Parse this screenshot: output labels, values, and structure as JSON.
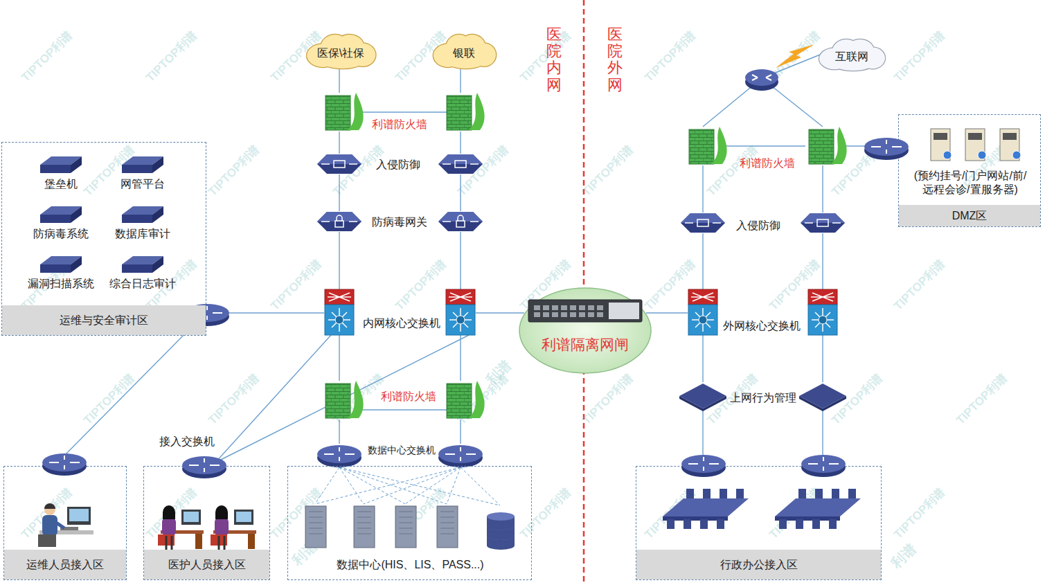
{
  "diagram": {
    "nodes": [
      {
        "text": [
          "运维与安全审计区"
        ]
      },
      {
        "text": [
          "堡垒机"
        ],
        "in": 0
      },
      {
        "text": [
          "网管平台"
        ],
        "in": 0
      },
      {
        "text": [
          "防病毒系统"
        ],
        "in": 0
      },
      {
        "text": [
          "数据库审计"
        ],
        "in": 0
      },
      {
        "text": [
          "漏洞扫描系统"
        ],
        "in": 0
      },
      {
        "text": [
          "综合日志审计"
        ],
        "in": 0
      },
      {
        "text": [
          "医保\\社保"
        ]
      },
      {
        "text": [
          "银联"
        ]
      },
      {
        "text": [
          "利谱防火墙"
        ]
      },
      {
        "text": [
          "入侵防御"
        ]
      },
      {
        "text": [
          "防病毒网关"
        ]
      },
      {
        "text": [
          "内网核心交换机"
        ]
      },
      {
        "text": [
          "利谱防火墙"
        ]
      },
      {
        "text": [
          "数据中心交换机"
        ]
      },
      {
        "text": [
          "数据中心(HIS、LIS、PASS...)"
        ]
      },
      {
        "text": [
          "运维人员接入区"
        ]
      },
      {
        "text": [
          "医护人员接入区"
        ]
      },
      {
        "text": [
          "接入交换机"
        ]
      },
      {
        "text": [
          "利谱隔离网闸"
        ]
      },
      {
        "text": [
          "互联网"
        ]
      },
      {
        "text": [
          "利谱防火墙"
        ]
      },
      {
        "text": [
          "(预约挂号/门户网站/前/ 远程会诊/置服务器)",
          "DMZ区"
        ]
      },
      {
        "text": [
          "入侵防御"
        ]
      },
      {
        "text": [
          "外网核心交换机"
        ]
      },
      {
        "text": [
          "上网行为管理"
        ]
      },
      {
        "text": [
          "行政办公接入区"
        ]
      }
    ],
    "edges": [
      {
        "from": 7,
        "to": 9,
        "arrow": "none"
      },
      {
        "from": 8,
        "to": 9,
        "arrow": "none"
      },
      {
        "from": 9,
        "to": 10,
        "arrow": "none"
      },
      {
        "from": 10,
        "to": 11,
        "arrow": "none"
      },
      {
        "from": 11,
        "to": 12,
        "arrow": "none"
      },
      {
        "from": 12,
        "to": 13,
        "arrow": "none"
      },
      {
        "from": 13,
        "to": 14,
        "arrow": "none"
      },
      {
        "from": 0,
        "to": 12,
        "arrow": "none"
      },
      {
        "from": 16,
        "to": 0,
        "arrow": "none"
      },
      {
        "from": 18,
        "to": 12,
        "arrow": "none"
      },
      {
        "from": 12,
        "to": 19,
        "arrow": "none"
      },
      {
        "from": 19,
        "to": 24,
        "arrow": "none"
      },
      {
        "from": 20,
        "to": 21,
        "arrow": "none"
      },
      {
        "from": 21,
        "to": 22,
        "arrow": "none"
      },
      {
        "from": 21,
        "to": 23,
        "arrow": "none"
      },
      {
        "from": 23,
        "to": 24,
        "arrow": "none"
      },
      {
        "from": 24,
        "to": 25,
        "arrow": "none"
      },
      {
        "from": 25,
        "to": 26,
        "arrow": "none"
      }
    ],
    "labels": [
      "医院内网",
      "医院外网",
      "TIPTOP利谱",
      "TIPTOP利谱",
      "TIPTOP利谱",
      "TIPTOP利谱",
      "TIPTOP利谱",
      "TIPTOP利谱",
      "TIPTOP利谱",
      "TIPTOP利谱",
      "TIPTOP利谱",
      "TIPTOP利谱",
      "TIPTOP利谱",
      "TIPTOP利谱",
      "TIPTOP利谱",
      "TIPTOP利谱",
      "TIPTOP利谱",
      "TIPTOP利谱",
      "TIPTOP利谱",
      "TIPTOP利谱",
      "TIPTOP利谱",
      "TIPTOP利谱",
      "TIPTOP利谱",
      "TIPTOP利谱",
      "TIPTOP利谱",
      "TIPTOP利谱",
      "TIPTOP利谱",
      "TIPTOP利谱",
      "TIPTOP利谱",
      "TIPTOP利谱",
      "TIPTOP利谱",
      "TIPTOP利谱",
      "TIPTOP利谱",
      "TIPTOP利谱",
      "TIPTOP利谱",
      "TIPTOP利谱",
      "TIPTOP利谱",
      "TIPTOP利谱",
      "TIPTOP利谱",
      "TIPTOP利谱",
      "TIPTOP利谱",
      "TIPTOP利谱",
      "利谱",
      "利谱",
      "利谱"
    ]
  }
}
